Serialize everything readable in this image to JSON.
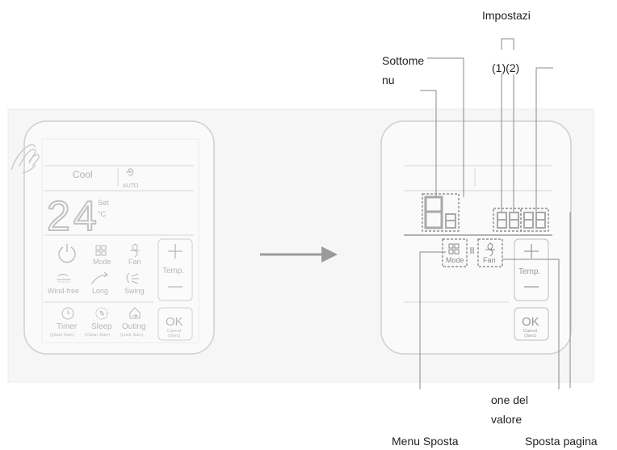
{
  "left_panel": {
    "mode_label": "Cool",
    "fan_auto_label": "AUTO",
    "temp_digits": "24",
    "set_label": "Set",
    "unit_label": "°C",
    "buttons": {
      "mode": "Mode",
      "fan": "Fan",
      "temp": "Temp.",
      "wind_free": "Wind-free",
      "long": "Long",
      "swing": "Swing",
      "timer": "Timer",
      "timer_sub": "(Quiet 3sec)",
      "sleep": "Sleep",
      "sleep_sub": "(Clean 3sec)",
      "outing": "Outing",
      "outing_sub": "(Lock 3sec)",
      "ok": "OK",
      "ok_sub1": "Cancel",
      "ok_sub2": "(3sec)"
    }
  },
  "right_panel": {
    "mode": "Mode",
    "fan": "Fan",
    "temp": "Temp.",
    "ok": "OK",
    "ok_sub1": "Cancel",
    "ok_sub2": "(3sec)"
  },
  "callouts": {
    "impostazioni": "Impostazi",
    "one_two": "(1)(2)",
    "sottomenu_1": "Sottome",
    "sottomenu_2": "nu",
    "valore_1": "one del",
    "valore_2": "valore",
    "menu_sposta": "Menu Sposta",
    "sposta_pagina": "Sposta pagina"
  },
  "icons": [
    "power-icon",
    "mode-icon",
    "fan-icon",
    "wind-free-icon",
    "long-icon",
    "swing-icon",
    "timer-icon",
    "sleep-icon",
    "outing-icon",
    "hand-icon",
    "arrow-right-icon"
  ]
}
